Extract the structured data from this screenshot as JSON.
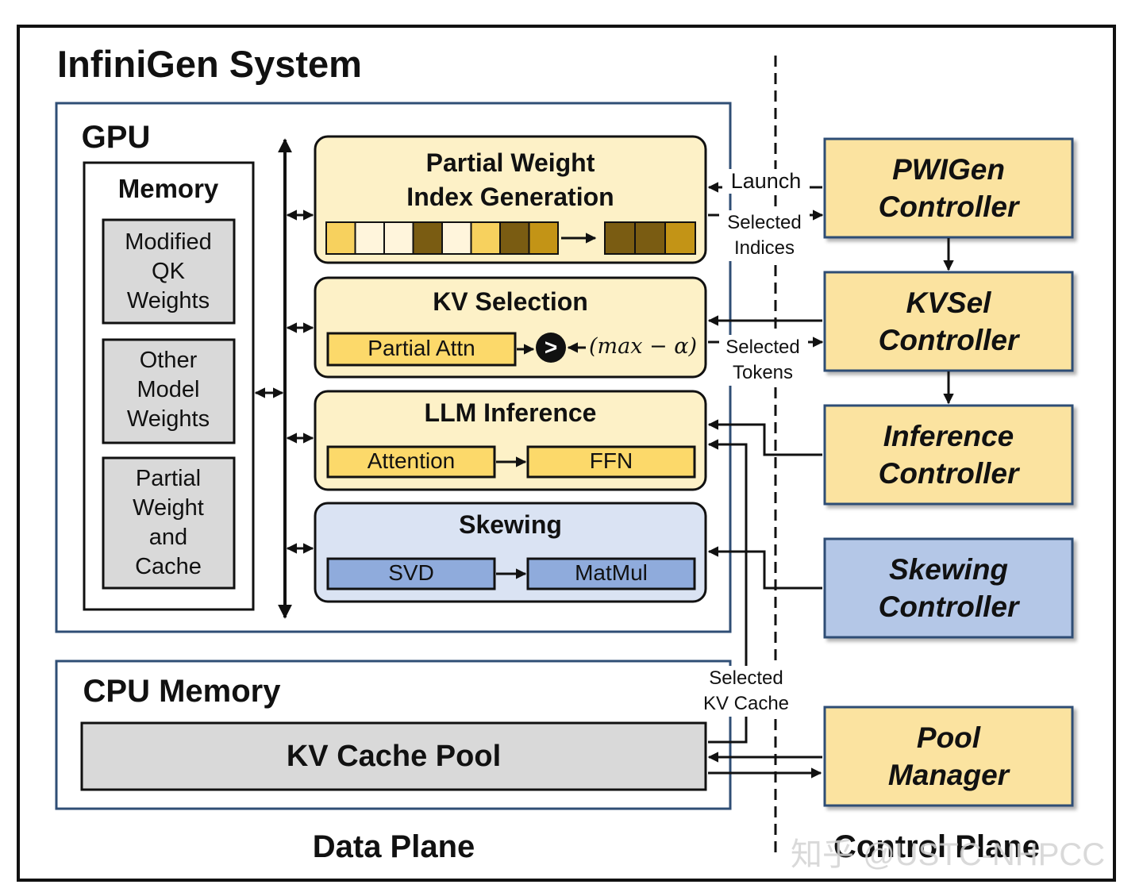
{
  "title": "InfiniGen System",
  "gpu": {
    "label": "GPU",
    "memory": {
      "label": "Memory",
      "items": [
        "Modified\nQK\nWeights",
        "Other\nModel\nWeights",
        "Partial\nWeight\nand\nCache"
      ]
    },
    "modules": {
      "pwig": {
        "title": "Partial Weight\nIndex Generation"
      },
      "kvsel": {
        "title": "KV Selection",
        "partial_attn": "Partial Attn",
        "compare": ">",
        "threshold": "(max − α)"
      },
      "llm": {
        "title": "LLM Inference",
        "attention": "Attention",
        "ffn": "FFN"
      },
      "skew": {
        "title": "Skewing",
        "svd": "SVD",
        "matmul": "MatMul"
      }
    }
  },
  "cpu": {
    "label": "CPU Memory",
    "pool": "KV Cache Pool"
  },
  "controllers": {
    "pwigen": "PWIGen\nController",
    "kvsel": "KVSel\nController",
    "inference": "Inference\nController",
    "skewing": "Skewing\nController",
    "pool": "Pool\nManager"
  },
  "signals": {
    "launch": "Launch",
    "selected_indices": "Selected\nIndices",
    "selected_tokens": "Selected\nTokens",
    "selected_kv_cache": "Selected\nKV Cache"
  },
  "planes": {
    "data": "Data Plane",
    "control": "Control Plane"
  },
  "watermark": "知乎 @USTC-NHPCC",
  "colors": {
    "yellow_fill": "#fdf1c7",
    "yellow_box": "#fcd96a",
    "yellow_ctrl": "#fbe3a0",
    "blue_fill": "#dae3f3",
    "blue_box": "#8fabdc",
    "blue_ctrl": "#b4c7e7",
    "gray_box": "#d9d9d9",
    "border_blue": "#2f4e75",
    "strip_cells": [
      "#f7d15e",
      "#fff5dc",
      "#fff5dc",
      "#7a5c12",
      "#fff5dc",
      "#f7d15e",
      "#7a5c12",
      "#c39416"
    ],
    "strip_result": [
      "#7a5c12",
      "#7a5c12",
      "#c39416"
    ]
  }
}
